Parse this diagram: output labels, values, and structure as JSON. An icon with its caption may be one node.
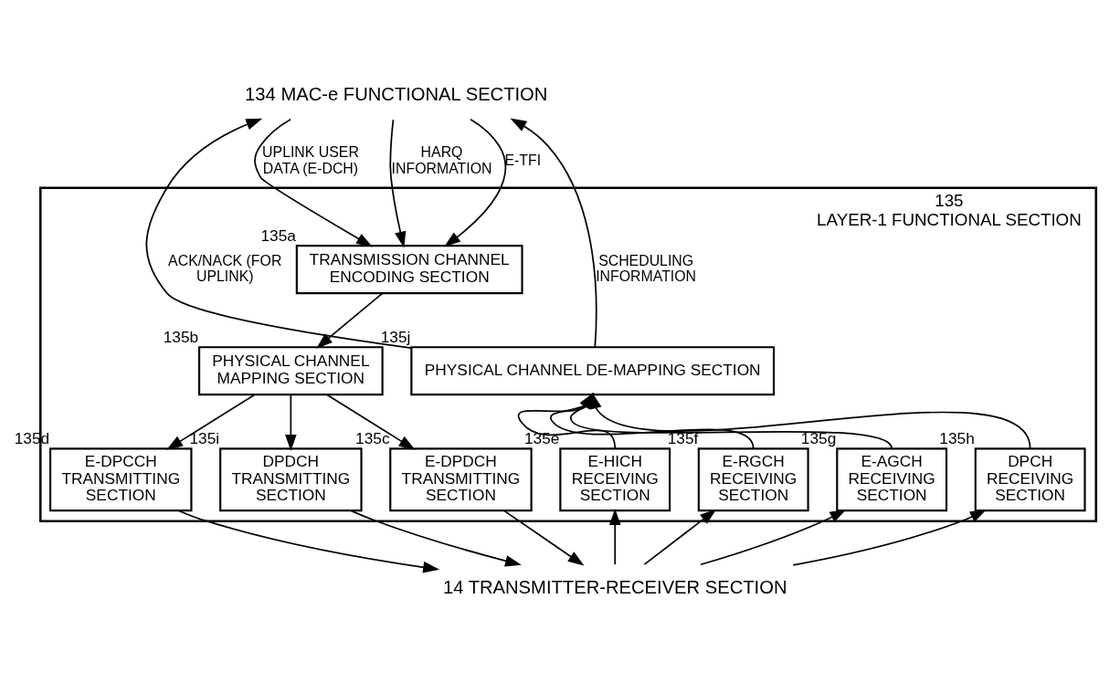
{
  "diagram": {
    "nodes": [
      {
        "text": [
          "LAYER-1 FUNCTIONAL SECTION"
        ],
        "beside": [
          "135"
        ]
      },
      {
        "text": [
          "134 MAC-e FUNCTIONAL SECTION"
        ]
      },
      {
        "text": [
          "14 TRANSMITTER-RECEIVER SECTION"
        ]
      },
      {
        "text": [
          "TRANSMISSION CHANNEL ENCODING SECTION"
        ],
        "in": 0,
        "beside": [
          "135a"
        ]
      },
      {
        "text": [
          "PHYSICAL CHANNEL MAPPING SECTION"
        ],
        "in": 0,
        "beside": [
          "135b"
        ]
      },
      {
        "text": [
          "DPDCH TRANSMITTING SECTION"
        ],
        "in": 0,
        "beside": [
          "135i"
        ]
      },
      {
        "text": [
          "E-DPDCH TRANSMITTING SECTION"
        ],
        "in": 0,
        "beside": [
          "135c"
        ]
      },
      {
        "text": [
          "E-DPCCH TRANSMITTING SECTION"
        ],
        "in": 0,
        "beside": [
          "135d"
        ]
      },
      {
        "text": [
          "PHYSICAL CHANNEL DE-MAPPING SECTION"
        ],
        "in": 0,
        "beside": [
          "135j"
        ]
      },
      {
        "text": [
          "E-HICH RECEIVING SECTION"
        ],
        "in": 0,
        "beside": [
          "135e"
        ]
      },
      {
        "text": [
          "E-RGCH RECEIVING SECTION"
        ],
        "in": 0,
        "beside": [
          "135f"
        ]
      },
      {
        "text": [
          "E-AGCH RECEIVING SECTION"
        ],
        "in": 0,
        "beside": [
          "135g"
        ]
      },
      {
        "text": [
          "DPCH RECEIVING SECTION"
        ],
        "in": 0,
        "beside": [
          "135h"
        ]
      }
    ],
    "edges": [
      {
        "from": 1,
        "to": 3,
        "arrow": "to",
        "label": "E-TFI"
      },
      {
        "from": 1,
        "to": 3,
        "arrow": "to",
        "label": "UPLINK USER DATA (E-DCH)"
      },
      {
        "from": 1,
        "to": 3,
        "arrow": "to",
        "label": "HARQ INFORMATION"
      },
      {
        "from": 3,
        "to": 4,
        "arrow": "to"
      },
      {
        "from": 4,
        "to": 5,
        "arrow": "to"
      },
      {
        "from": 4,
        "to": 6,
        "arrow": "to"
      },
      {
        "from": 4,
        "to": 7,
        "arrow": "to"
      },
      {
        "from": 5,
        "to": 2,
        "arrow": "to"
      },
      {
        "from": 6,
        "to": 2,
        "arrow": "to"
      },
      {
        "from": 7,
        "to": 2,
        "arrow": "to"
      },
      {
        "from": 2,
        "to": 9,
        "arrow": "to"
      },
      {
        "from": 2,
        "to": 10,
        "arrow": "to"
      },
      {
        "from": 2,
        "to": 11,
        "arrow": "to"
      },
      {
        "from": 2,
        "to": 12,
        "arrow": "to"
      },
      {
        "from": 9,
        "to": 8,
        "arrow": "to"
      },
      {
        "from": 10,
        "to": 8,
        "arrow": "to"
      },
      {
        "from": 11,
        "to": 8,
        "arrow": "to"
      },
      {
        "from": 12,
        "to": 8,
        "arrow": "to"
      },
      {
        "from": 8,
        "to": 1,
        "arrow": "to",
        "label": "ACK/NACK (FOR UPLINK)"
      },
      {
        "from": 8,
        "to": 1,
        "arrow": "to",
        "label": "SCHEDULING INFORMATION"
      }
    ]
  }
}
